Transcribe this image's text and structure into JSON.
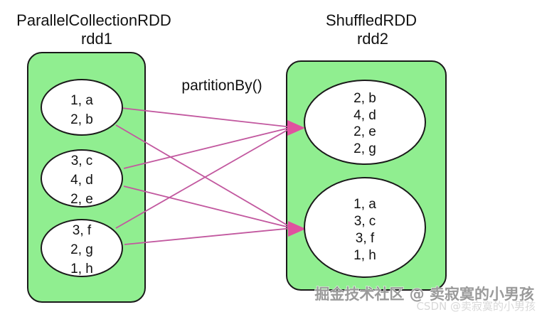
{
  "diagram": {
    "left_rdd": {
      "title": "ParallelCollectionRDD",
      "name": "rdd1",
      "partitions": [
        {
          "items": [
            "1, a",
            "2, b"
          ]
        },
        {
          "items": [
            "3, c",
            "4, d",
            "2, e"
          ]
        },
        {
          "items": [
            "3, f",
            "2, g",
            "1, h"
          ]
        }
      ]
    },
    "right_rdd": {
      "title": "ShuffledRDD",
      "name": "rdd2",
      "partitions": [
        {
          "items": [
            "2, b",
            "4, d",
            "2, e",
            "2, g"
          ]
        },
        {
          "items": [
            "1, a",
            "3, c",
            "3, f",
            "1, h"
          ]
        }
      ]
    },
    "operation_label": "partitionBy()",
    "colors": {
      "partition_box_fill": "#90ee90",
      "ellipse_fill": "#ffffff",
      "outline": "#1a1a1a",
      "arrow_line": "#c2589f",
      "arrow_head": "#e0519f"
    },
    "watermark": {
      "primary": "掘金技术社区 @ 卖寂寞的小男孩",
      "secondary": "CSDN @卖寂寞的小男孩"
    }
  }
}
